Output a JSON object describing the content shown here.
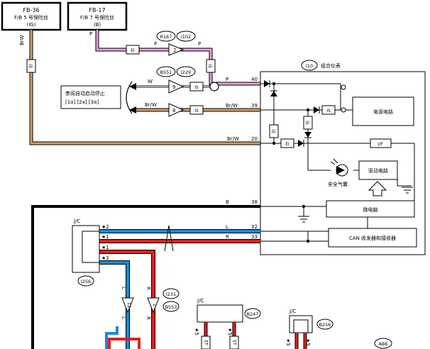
{
  "fuse_boxes": [
    {
      "id": "FB-36",
      "name": "F/B 5 号保险丝",
      "sub": "(IG)"
    },
    {
      "id": "FB-17",
      "name": "F/B 7 号保险丝",
      "sub": "(B)"
    }
  ],
  "connector_ids": {
    "r167": "R167",
    "i102": "I102",
    "b551": "B551",
    "i229": "I229",
    "i10": "I10",
    "i256": "I256",
    "i231": "I231",
    "b553": "B553",
    "b247": "B247",
    "b256": "B256",
    "ab6": "AB6"
  },
  "pin_numbers": {
    "r167_pin": "2",
    "b551_pin_top": "9",
    "b551_pin_bot": "8",
    "p40": "40",
    "p39": "39",
    "p20": "20",
    "p38": "38",
    "p32": "32",
    "p33": "33",
    "i231_left": "12",
    "i231_right": "2"
  },
  "wire_colors": {
    "p1": "P",
    "p2": "P",
    "p3": "P",
    "p4": "P",
    "w": "W",
    "brw_left": "BrW",
    "brw_top": "Br/W",
    "brw39": "Br/W",
    "brw20": "Br/W",
    "b38": "B",
    "l32": "L",
    "r33": "R",
    "l_vert": "L",
    "r_vert": "R",
    "l_vert2": "L",
    "r_vert2": "R"
  },
  "connector_codes": {
    "ei_top": "EI",
    "ei_vert": "EI",
    "ei_left": "EI",
    "ei_inner": "EI",
    "ei_20": "EI",
    "is_9": "IS",
    "is_8": "IS",
    "is_inner1": "IS",
    "is_inner2": "IS",
    "et1": "ET",
    "et2": "ET",
    "if": "I/F"
  },
  "labels": {
    "instrument": "组合仪表",
    "reference_line1": "参阅自动启动停止",
    "reference_line2": "[1a] [2a] [3a]",
    "power_circuit": "电源电路",
    "drive_circuit": "驱动电路",
    "airbag": "安全气囊",
    "microcomputer": "微电脑",
    "can": "CAN 收发器和接收器",
    "jc": "J/C",
    "jc2": "J/C",
    "jc3": "J/C",
    "star2a": "★2",
    "star1a": "★1",
    "star1b": "★1",
    "star2b": "★2",
    "star5a": "★5",
    "star5b": "★5",
    "star5c": "★5",
    "star5d": "★5"
  },
  "colors": {
    "pink": "#e8a0e0",
    "brown": "#d2a06a",
    "blue": "#1a8ad8",
    "red": "#e02020",
    "black": "#000000"
  }
}
